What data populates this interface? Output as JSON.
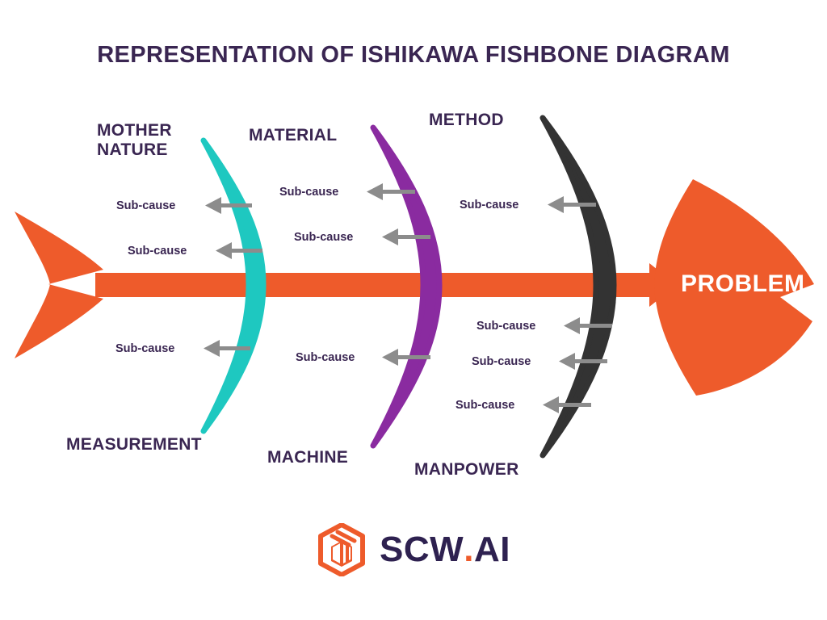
{
  "page": {
    "title": "REPRESENTATION OF ISHIKAWA FISHBONE DIAGRAM",
    "background": "#ffffff"
  },
  "colors": {
    "title_text": "#3a2652",
    "spine_orange": "#ee5b2b",
    "bone_teal": "#1ec8c0",
    "bone_purple": "#8a2ba0",
    "bone_black": "#333333",
    "arrow_gray": "#8c8c8c",
    "label_text": "#3a2652",
    "problem_text": "#ffffff",
    "brand_text": "#2e2150",
    "brand_accent": "#ee5b2b"
  },
  "effect": {
    "label": "PROBLEM",
    "shape": "fish-head-arrow"
  },
  "categories": [
    {
      "id": "mother-nature",
      "label": "MOTHER\nNATURE",
      "position": "top",
      "bone_color": "#1ec8c0",
      "sub_causes": [
        "Sub-cause",
        "Sub-cause"
      ]
    },
    {
      "id": "material",
      "label": "MATERIAL",
      "position": "top",
      "bone_color": "#8a2ba0",
      "sub_causes": [
        "Sub-cause",
        "Sub-cause"
      ]
    },
    {
      "id": "method",
      "label": "METHOD",
      "position": "top",
      "bone_color": "#333333",
      "sub_causes": [
        "Sub-cause"
      ]
    },
    {
      "id": "measurement",
      "label": "MEASUREMENT",
      "position": "bottom",
      "bone_color": "#1ec8c0",
      "sub_causes": [
        "Sub-cause"
      ]
    },
    {
      "id": "machine",
      "label": "MACHINE",
      "position": "bottom",
      "bone_color": "#8a2ba0",
      "sub_causes": [
        "Sub-cause"
      ]
    },
    {
      "id": "manpower",
      "label": "MANPOWER",
      "position": "bottom",
      "bone_color": "#333333",
      "sub_causes": [
        "Sub-cause",
        "Sub-cause",
        "Sub-cause"
      ]
    }
  ],
  "sub_cause_items": {
    "mn_1": "Sub-cause",
    "mn_2": "Sub-cause",
    "meas_1": "Sub-cause",
    "mat_1": "Sub-cause",
    "mat_2": "Sub-cause",
    "mach_1": "Sub-cause",
    "meth_1": "Sub-cause",
    "manp_1": "Sub-cause",
    "manp_2": "Sub-cause",
    "manp_3": "Sub-cause"
  },
  "category_labels": {
    "mother_nature": "MOTHER\nNATURE",
    "material": "MATERIAL",
    "method": "METHOD",
    "measurement": "MEASUREMENT",
    "machine": "MACHINE",
    "manpower": "MANPOWER"
  },
  "brand": {
    "name_main": "SCW",
    "name_accent": ".",
    "name_tail": "AI",
    "icon": "cube-box-icon"
  }
}
